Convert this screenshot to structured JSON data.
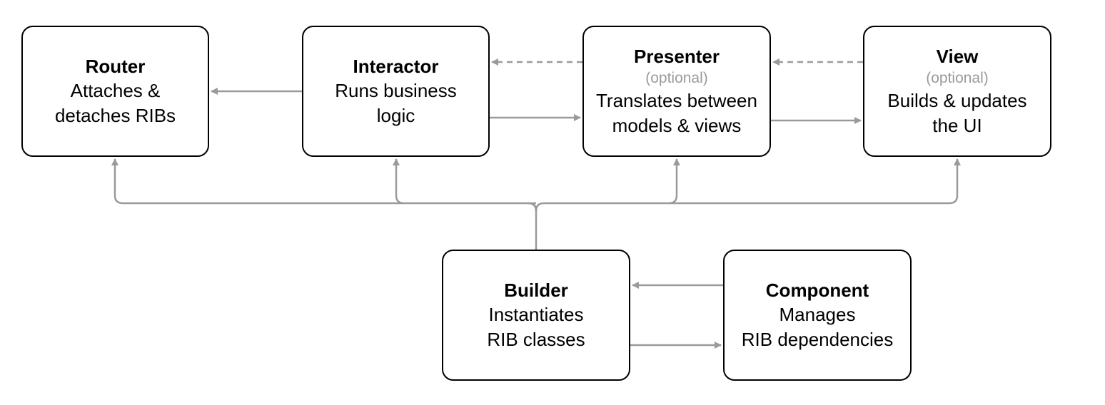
{
  "colors": {
    "box_border": "#000000",
    "connector": "#9a9a9a",
    "optional_text": "#9a9a9a"
  },
  "nodes": {
    "router": {
      "title": "Router",
      "optional": "",
      "desc": [
        "Attaches &",
        "detaches RIBs"
      ]
    },
    "interactor": {
      "title": "Interactor",
      "optional": "",
      "desc": [
        "Runs business",
        "logic"
      ]
    },
    "presenter": {
      "title": "Presenter",
      "optional": "(optional)",
      "desc": [
        "Translates between",
        "models & views"
      ]
    },
    "view": {
      "title": "View",
      "optional": "(optional)",
      "desc": [
        "Builds & updates",
        "the UI"
      ]
    },
    "builder": {
      "title": "Builder",
      "optional": "",
      "desc": [
        "Instantiates",
        "RIB classes"
      ]
    },
    "component": {
      "title": "Component",
      "optional": "",
      "desc": [
        "Manages",
        "RIB dependencies"
      ]
    }
  },
  "edges": [
    {
      "from": "interactor",
      "to": "router",
      "style": "solid"
    },
    {
      "from": "interactor",
      "to": "presenter",
      "style": "solid"
    },
    {
      "from": "presenter",
      "to": "interactor",
      "style": "dashed"
    },
    {
      "from": "presenter",
      "to": "view",
      "style": "solid"
    },
    {
      "from": "view",
      "to": "presenter",
      "style": "dashed"
    },
    {
      "from": "builder",
      "to": "router",
      "style": "solid"
    },
    {
      "from": "builder",
      "to": "interactor",
      "style": "solid"
    },
    {
      "from": "builder",
      "to": "presenter",
      "style": "solid"
    },
    {
      "from": "builder",
      "to": "view",
      "style": "solid"
    },
    {
      "from": "builder",
      "to": "component",
      "style": "solid"
    },
    {
      "from": "component",
      "to": "builder",
      "style": "solid"
    }
  ]
}
